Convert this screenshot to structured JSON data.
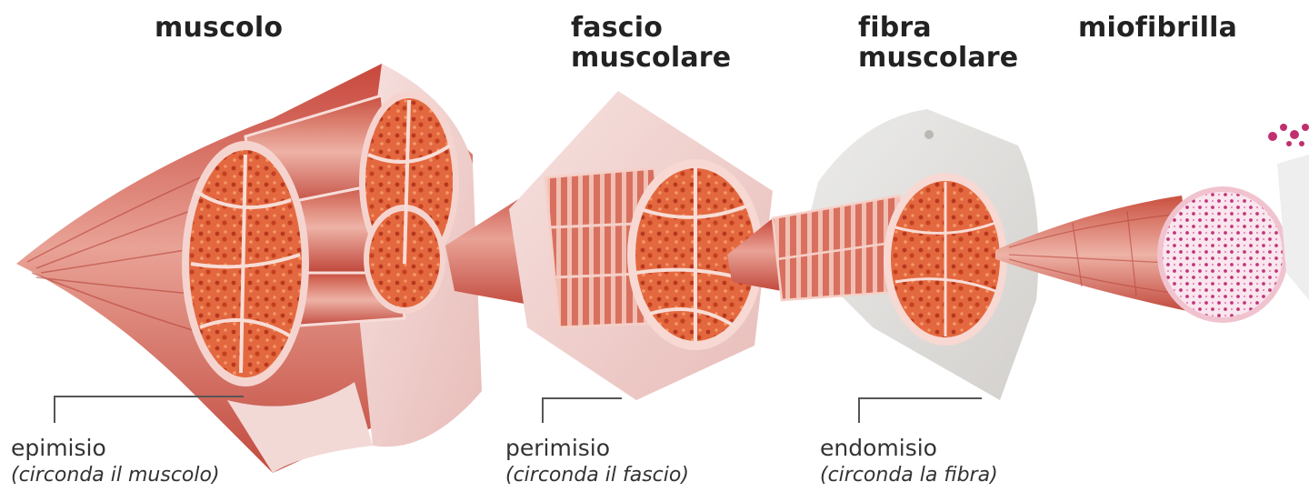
{
  "titles": {
    "muscle": "muscolo",
    "fascicle_1": "fascio",
    "fascicle_2": "muscolare",
    "fiber_1": "fibra",
    "fiber_2": "muscolare",
    "myofibril": "miofibrilla"
  },
  "labels": {
    "epimysium": {
      "name": "epimisio",
      "desc": "(circonda il muscolo)"
    },
    "perimysium": {
      "name": "perimisio",
      "desc": "(circonda il fascio)"
    },
    "endomysium": {
      "name": "endomisio",
      "desc": "(circonda la fibra)"
    }
  },
  "colors": {
    "muscle_red": "#d2574a",
    "muscle_light": "#ecaaa0",
    "sheath": "#f4d8d6",
    "fiber_orange": "#e8603a",
    "myofibril_pink": "#f7dfe8",
    "leader_line": "#555555"
  },
  "icons": [
    "muscle-illustration",
    "fascicle-illustration",
    "fiber-illustration",
    "myofibril-illustration"
  ]
}
